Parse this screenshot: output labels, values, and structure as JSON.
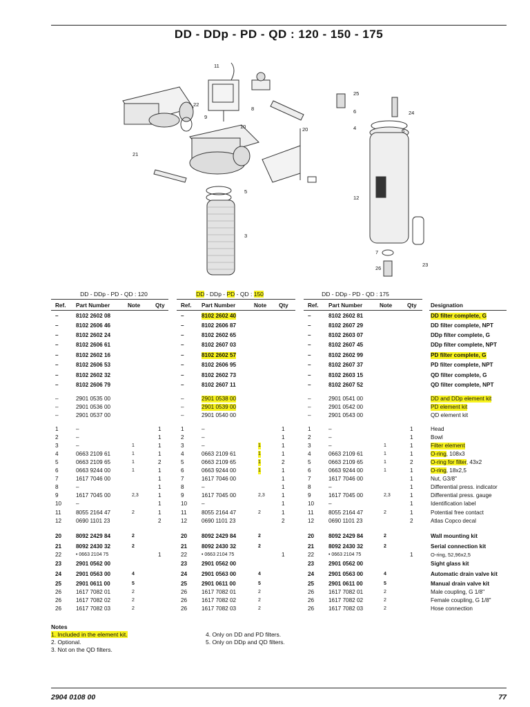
{
  "title": "DD - DDp - PD - QD : 120 - 150 - 175",
  "callouts": [
    "11",
    "9",
    "8",
    "22",
    "10",
    "20",
    "21",
    "5",
    "3",
    "25",
    "6",
    "24",
    "4",
    "6",
    "12",
    "7",
    "26",
    "23"
  ],
  "section_headers": [
    "DD - DDp - PD - QD : 120",
    "DD - DDp - PD - QD : 150",
    "DD - DDp - PD - QD : 175"
  ],
  "col_headers": {
    "ref": "Ref.",
    "part": "Part Number",
    "note": "Note",
    "qty": "Qty",
    "designation": "Designation"
  },
  "rows": [
    {
      "r": [
        "–",
        "8102 2602 08",
        "",
        ""
      ],
      "m": [
        "–",
        "8102 2602 40",
        "",
        ""
      ],
      "s": [
        "–",
        "8102 2602 81",
        "",
        ""
      ],
      "d": "DD filter complete, G",
      "bold": true,
      "hlm": true,
      "hld": true
    },
    {
      "r": [
        "–",
        "8102 2606 46",
        "",
        ""
      ],
      "m": [
        "–",
        "8102 2606 87",
        "",
        ""
      ],
      "s": [
        "–",
        "8102 2607 29",
        "",
        ""
      ],
      "d": "DD filter complete, NPT",
      "bold": true
    },
    {
      "r": [
        "–",
        "8102 2602 24",
        "",
        ""
      ],
      "m": [
        "–",
        "8102 2602 65",
        "",
        ""
      ],
      "s": [
        "–",
        "8102 2603 07",
        "",
        ""
      ],
      "d": "DDp filter complete, G",
      "bold": true
    },
    {
      "r": [
        "–",
        "8102 2606 61",
        "",
        ""
      ],
      "m": [
        "–",
        "8102 2607 03",
        "",
        ""
      ],
      "s": [
        "–",
        "8102 2607 45",
        "",
        ""
      ],
      "d": "DDp filter complete, NPT",
      "bold": true
    },
    {
      "r": [
        "–",
        "8102 2602 16",
        "",
        ""
      ],
      "m": [
        "–",
        "8102 2602 57",
        "",
        ""
      ],
      "s": [
        "–",
        "8102 2602 99",
        "",
        ""
      ],
      "d": "PD filter complete, G",
      "bold": true,
      "hlm": true,
      "hld": true
    },
    {
      "r": [
        "–",
        "8102 2606 53",
        "",
        ""
      ],
      "m": [
        "–",
        "8102 2606 95",
        "",
        ""
      ],
      "s": [
        "–",
        "8102 2607 37",
        "",
        ""
      ],
      "d": "PD filter complete, NPT",
      "bold": true
    },
    {
      "r": [
        "–",
        "8102 2602 32",
        "",
        ""
      ],
      "m": [
        "–",
        "8102 2602 73",
        "",
        ""
      ],
      "s": [
        "–",
        "8102 2603 15",
        "",
        ""
      ],
      "d": "QD filter complete, G",
      "bold": true
    },
    {
      "r": [
        "–",
        "8102 2606 79",
        "",
        ""
      ],
      "m": [
        "–",
        "8102 2607 11",
        "",
        ""
      ],
      "s": [
        "–",
        "8102 2607 52",
        "",
        ""
      ],
      "d": "QD filter complete, NPT",
      "bold": true
    },
    {
      "r": [
        "–",
        "2901 0535 00",
        "",
        ""
      ],
      "m": [
        "–",
        "2901 0538 00",
        "",
        ""
      ],
      "s": [
        "–",
        "2901 0541 00",
        "",
        ""
      ],
      "d": "DD and DDp element kit",
      "hlm": true,
      "hld": true
    },
    {
      "r": [
        "–",
        "2901 0536 00",
        "",
        ""
      ],
      "m": [
        "–",
        "2901 0539 00",
        "",
        ""
      ],
      "s": [
        "–",
        "2901 0542 00",
        "",
        ""
      ],
      "d": "PD element kit",
      "hlm": true,
      "hld": true
    },
    {
      "r": [
        "–",
        "2901 0537 00",
        "",
        ""
      ],
      "m": [
        "–",
        "2901 0540 00",
        "",
        ""
      ],
      "s": [
        "–",
        "2901 0543 00",
        "",
        ""
      ],
      "d": "QD element kit"
    },
    {
      "r": [
        "1",
        "–",
        "",
        "1"
      ],
      "m": [
        "1",
        "–",
        "",
        "1"
      ],
      "s": [
        "1",
        "–",
        "",
        "1"
      ],
      "d": "Head"
    },
    {
      "r": [
        "2",
        "–",
        "",
        "1"
      ],
      "m": [
        "2",
        "–",
        "",
        "1"
      ],
      "s": [
        "2",
        "–",
        "",
        "1"
      ],
      "d": "Bowl"
    },
    {
      "r": [
        "3",
        "–",
        "1",
        "1"
      ],
      "m": [
        "3",
        "–",
        "1",
        "1"
      ],
      "s": [
        "3",
        "–",
        "1",
        "1"
      ],
      "d": "Filter element",
      "hln": true,
      "hld": true
    },
    {
      "r": [
        "4",
        "0663 2109 61",
        "1",
        "1"
      ],
      "m": [
        "4",
        "0663 2109 61",
        "1",
        "1"
      ],
      "s": [
        "4",
        "0663 2109 61",
        "1",
        "1"
      ],
      "d": "O-ring, 108x3",
      "hln": true,
      "hlp": "O-ring"
    },
    {
      "r": [
        "5",
        "0663 2109 65",
        "1",
        "2"
      ],
      "m": [
        "5",
        "0663 2109 65",
        "1",
        "2"
      ],
      "s": [
        "5",
        "0663 2109 65",
        "1",
        "2"
      ],
      "d": "O-ring for filter, 43x2",
      "hln": true,
      "hlp": "O-ring for filter"
    },
    {
      "r": [
        "6",
        "0663 9244 00",
        "1",
        "1"
      ],
      "m": [
        "6",
        "0663 9244 00",
        "1",
        "1"
      ],
      "s": [
        "6",
        "0663 9244 00",
        "1",
        "1"
      ],
      "d": "O-ring, 18x2,5",
      "hln": true,
      "hlp": "O-ring"
    },
    {
      "r": [
        "7",
        "1617 7046 00",
        "",
        "1"
      ],
      "m": [
        "7",
        "1617 7046 00",
        "",
        "1"
      ],
      "s": [
        "7",
        "1617 7046 00",
        "",
        "1"
      ],
      "d": "Nut, G3/8\""
    },
    {
      "r": [
        "8",
        "–",
        "",
        "1"
      ],
      "m": [
        "8",
        "–",
        "",
        "1"
      ],
      "s": [
        "8",
        "–",
        "",
        "1"
      ],
      "d": "Differential press. indicator"
    },
    {
      "r": [
        "9",
        "1617 7045 00",
        "2,3",
        "1"
      ],
      "m": [
        "9",
        "1617 7045 00",
        "2,3",
        "1"
      ],
      "s": [
        "9",
        "1617 7045 00",
        "2,3",
        "1"
      ],
      "d": "Differential press. gauge"
    },
    {
      "r": [
        "10",
        "–",
        "",
        "1"
      ],
      "m": [
        "10",
        "–",
        "",
        "1"
      ],
      "s": [
        "10",
        "–",
        "",
        "1"
      ],
      "d": "Identification label"
    },
    {
      "r": [
        "11",
        "8055 2164 47",
        "2",
        "1"
      ],
      "m": [
        "11",
        "8055 2164 47",
        "2",
        "1"
      ],
      "s": [
        "11",
        "8055 2164 47",
        "2",
        "1"
      ],
      "d": "Potential free contact"
    },
    {
      "r": [
        "12",
        "0690 1101 23",
        "",
        "2"
      ],
      "m": [
        "12",
        "0690 1101 23",
        "",
        "2"
      ],
      "s": [
        "12",
        "0690 1101 23",
        "",
        "2"
      ],
      "d": "Atlas Copco decal"
    },
    {
      "r": [
        "20",
        "8092 2429 84",
        "2",
        ""
      ],
      "m": [
        "20",
        "8092 2429 84",
        "2",
        ""
      ],
      "s": [
        "20",
        "8092 2429 84",
        "2",
        ""
      ],
      "d": "Wall mounting kit",
      "bold": true
    },
    {
      "r": [
        "21",
        "8092 2430 32",
        "2",
        ""
      ],
      "m": [
        "21",
        "8092 2430 32",
        "2",
        ""
      ],
      "s": [
        "21",
        "8092 2430 32",
        "2",
        ""
      ],
      "d": "Serial connection kit",
      "bold": true
    },
    {
      "r": [
        "22",
        "• 0663 2104 75",
        "",
        "1"
      ],
      "m": [
        "22",
        "• 0663 2104 75",
        "",
        "1"
      ],
      "s": [
        "22",
        "• 0663 2104 75",
        "",
        "1"
      ],
      "d": "O-ring, 52,96x2,5",
      "small": true
    },
    {
      "r": [
        "23",
        "2901 0562 00",
        "",
        ""
      ],
      "m": [
        "23",
        "2901 0562 00",
        "",
        ""
      ],
      "s": [
        "23",
        "2901 0562 00",
        "",
        ""
      ],
      "d": "Sight glass kit",
      "bold": true
    },
    {
      "r": [
        "24",
        "2901 0563 00",
        "4",
        ""
      ],
      "m": [
        "24",
        "2901 0563 00",
        "4",
        ""
      ],
      "s": [
        "24",
        "2901 0563 00",
        "4",
        ""
      ],
      "d": "Automatic drain valve kit",
      "bold": true
    },
    {
      "r": [
        "25",
        "2901 0611 00",
        "5",
        ""
      ],
      "m": [
        "25",
        "2901 0611 00",
        "5",
        ""
      ],
      "s": [
        "25",
        "2901 0611 00",
        "5",
        ""
      ],
      "d": "Manual drain valve kit",
      "bold": true
    },
    {
      "r": [
        "26",
        "1617 7082 01",
        "2",
        ""
      ],
      "m": [
        "26",
        "1617 7082 01",
        "2",
        ""
      ],
      "s": [
        "26",
        "1617 7082 01",
        "2",
        ""
      ],
      "d": "Male coupling, G 1/8\""
    },
    {
      "r": [
        "26",
        "1617 7082 02",
        "2",
        ""
      ],
      "m": [
        "26",
        "1617 7082 02",
        "2",
        ""
      ],
      "s": [
        "26",
        "1617 7082 02",
        "2",
        ""
      ],
      "d": "Female coupling, G 1/8\""
    },
    {
      "r": [
        "26",
        "1617 7082 03",
        "2",
        ""
      ],
      "m": [
        "26",
        "1617 7082 03",
        "2",
        ""
      ],
      "s": [
        "26",
        "1617 7082 03",
        "2",
        ""
      ],
      "d": "Hose connection"
    }
  ],
  "notes": {
    "heading": "Notes",
    "left": [
      "1.  Included in the element kit.",
      "2.  Optional.",
      "3.  Not on the QD filters."
    ],
    "right": [
      "4.  Only on DD and PD filters.",
      "5.  Only on DDp and QD filters."
    ]
  },
  "footer": {
    "doc_number": "2904 0108 00",
    "page": "77"
  }
}
